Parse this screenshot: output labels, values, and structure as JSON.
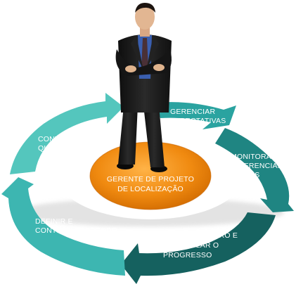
{
  "center": {
    "line1": "GERENTE DE PROJETO",
    "line2": "DE LOCALIZAÇÃO",
    "color": "#f08a10"
  },
  "cycle": [
    {
      "line1": "GERENCIAR",
      "line2": "EXPECTATIVAS",
      "line3": "",
      "color": "#2aa3a0"
    },
    {
      "line1": "MONITORAR",
      "line2": "E GERENCIAR",
      "line3": "RISCOS",
      "color": "#1f8582"
    },
    {
      "line1": "DEFINIR ROTEIRO E",
      "line2": "CONTROLAR O",
      "line3": "PROGRESSO",
      "color": "#15615f"
    },
    {
      "line1": "DEFINIR E",
      "line2": "CONTROLAR ESCOPO",
      "line3": "",
      "color": "#3db6b1"
    },
    {
      "line1": "CONTROLAR",
      "line2": "QUALIDADE",
      "line3": "",
      "color": "#54c6bd"
    }
  ],
  "figure": {
    "suit_color": "#1a1a1a",
    "shirt_color": "#3a5fb0",
    "tie_color": "#4a3036"
  }
}
